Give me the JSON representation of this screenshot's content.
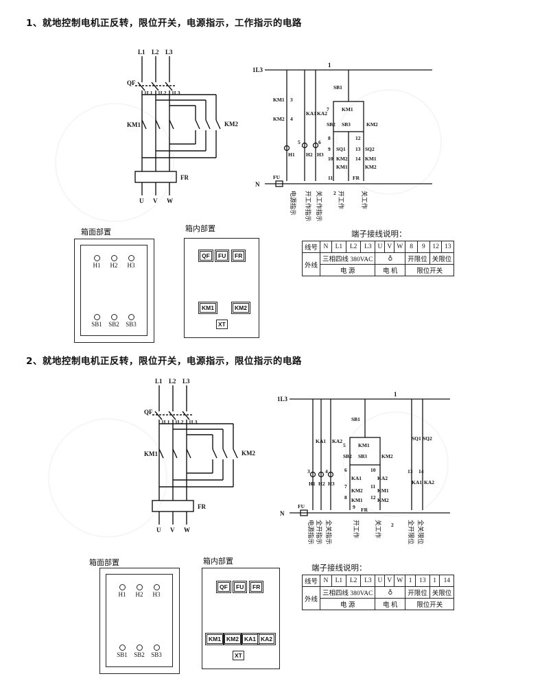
{
  "sections": [
    {
      "title": "1、就地控制电机正反转，限位开关，电源指示，工作指示的电路",
      "main_circuit": {
        "phases": [
          "L1",
          "L2",
          "L3"
        ],
        "breaker": "QF",
        "sub_phases": [
          "1L1",
          "1L2",
          "1L3"
        ],
        "contactor_fwd": "KM1",
        "contactor_rev": "KM2",
        "overload": "FR",
        "outputs": [
          "U",
          "V",
          "W"
        ]
      },
      "control_circuit": {
        "supply": "1L3",
        "wire_top": "1",
        "neutral": "N",
        "fuse": "FU",
        "labels": [
          "KM1",
          "3",
          "KM2",
          "4",
          "KA1",
          "KA2",
          "5",
          "6",
          "H1",
          "H2",
          "H3",
          "SB1",
          "KM1",
          "7",
          "SB2",
          "SB3",
          "KM2",
          "8",
          "12",
          "9",
          "SQ1",
          "13",
          "SQ2",
          "10",
          "KM2",
          "14",
          "KM1",
          "KM1",
          "KM2",
          "11",
          "FR",
          "2"
        ],
        "vertical_labels": [
          "电源指示",
          "开工作指示",
          "关工作指示",
          "开工作",
          "关工作"
        ]
      },
      "panel_front": {
        "title": "箱面部置",
        "top_lamps": [
          "H1",
          "H2",
          "H3"
        ],
        "bottom_buttons": [
          "SB1",
          "SB2",
          "SB3"
        ]
      },
      "panel_inner": {
        "title": "箱内部置",
        "top_tags": [
          "QF",
          "FU",
          "FR"
        ],
        "mid_tags": [
          "KM1",
          "KM2"
        ],
        "bottom_tag": "XT"
      },
      "terminal": {
        "title": "端子接线说明：",
        "row1": [
          "线号",
          "N",
          "L1",
          "L2",
          "L3",
          "U",
          "V",
          "W",
          "8",
          "9",
          "12",
          "13"
        ],
        "row2": [
          "外线",
          "三相四线 380VAC",
          "开限位",
          "关限位"
        ],
        "row3": [
          "电 源",
          "电 机",
          "限位开关"
        ]
      }
    },
    {
      "title": "2、就地控制电机正反转，限位开关，电源指示，限位指示的电路",
      "main_circuit": {
        "phases": [
          "L1",
          "L2",
          "L3"
        ],
        "breaker": "QF",
        "sub_phases": [
          "1L1",
          "1L2",
          "1L3"
        ],
        "contactor_fwd": "KM1",
        "contactor_rev": "KM2",
        "overload": "FR",
        "outputs": [
          "U",
          "V",
          "W"
        ]
      },
      "control_circuit": {
        "supply": "1L3",
        "wire_top": "1",
        "neutral": "N",
        "fuse": "FU",
        "labels": [
          "KA1",
          "KA2",
          "3",
          "4",
          "2",
          "H1",
          "H2",
          "H3",
          "SB1",
          "KM1",
          "5",
          "SB2",
          "SB3",
          "KM2",
          "6",
          "10",
          "KA1",
          "KA2",
          "7",
          "11",
          "KM2",
          "KM1",
          "8",
          "12",
          "KM1",
          "KM2",
          "9",
          "FR",
          "SQ1",
          "SQ2",
          "13",
          "14",
          "KA1",
          "KA2"
        ],
        "vertical_labels": [
          "电源指示",
          "全开指示",
          "全关指示",
          "开工作",
          "关工作",
          "全开限位",
          "全关限位"
        ]
      },
      "panel_front": {
        "title": "箱面部置",
        "top_lamps": [
          "H1",
          "H2",
          "H3"
        ],
        "bottom_buttons": [
          "SB1",
          "SB2",
          "SB3"
        ]
      },
      "panel_inner": {
        "title": "箱内部置",
        "top_tags": [
          "QF",
          "FU",
          "FR"
        ],
        "mid_tags": [
          "KM1",
          "KM2",
          "KA1",
          "KA2"
        ],
        "bottom_tag": "XT"
      },
      "terminal": {
        "title": "端子接线说明：",
        "row1": [
          "线号",
          "N",
          "L1",
          "L2",
          "L3",
          "U",
          "V",
          "W",
          "1",
          "13",
          "1",
          "14"
        ],
        "row2": [
          "外线",
          "三相四线 380VAC",
          "开限位",
          "关限位"
        ],
        "row3": [
          "电 源",
          "电 机",
          "限位开关"
        ]
      }
    }
  ]
}
